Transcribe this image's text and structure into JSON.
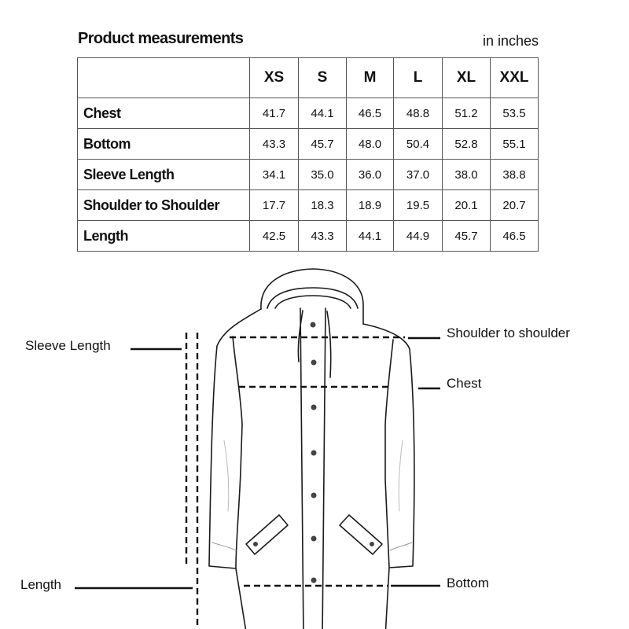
{
  "title": "Product measurements",
  "unit": "in inches",
  "table": {
    "sizes": [
      "XS",
      "S",
      "M",
      "L",
      "XL",
      "XXL"
    ],
    "rows": [
      {
        "label": "Chest",
        "values": [
          "41.7",
          "44.1",
          "46.5",
          "48.8",
          "51.2",
          "53.5"
        ]
      },
      {
        "label": "Bottom",
        "values": [
          "43.3",
          "45.7",
          "48.0",
          "50.4",
          "52.8",
          "55.1"
        ]
      },
      {
        "label": "Sleeve Length",
        "values": [
          "34.1",
          "35.0",
          "36.0",
          "37.0",
          "38.0",
          "38.8"
        ]
      },
      {
        "label": "Shoulder to Shoulder",
        "values": [
          "17.7",
          "18.3",
          "18.9",
          "19.5",
          "20.1",
          "20.7"
        ]
      },
      {
        "label": "Length",
        "values": [
          "42.5",
          "43.3",
          "44.1",
          "44.9",
          "45.7",
          "46.5"
        ]
      }
    ]
  },
  "diagram": {
    "labels": {
      "sleeve_length": "Sleeve Length",
      "length": "Length",
      "shoulder": "Shoulder to shoulder",
      "chest": "Chest",
      "bottom": "Bottom"
    },
    "illustration": "rain-jacket-icon"
  }
}
